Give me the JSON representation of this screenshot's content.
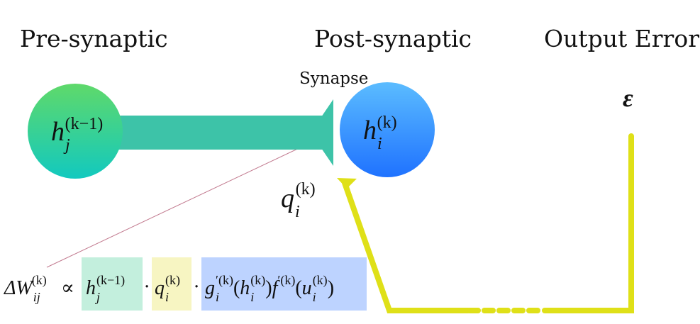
{
  "headings": {
    "pre": "Pre-synaptic",
    "post": "Post-synaptic",
    "output": "Output Error"
  },
  "synapse_label": "Synapse",
  "epsilon": "ε",
  "pre_neuron": {
    "base": "h",
    "sub": "j",
    "sup": "(k−1)"
  },
  "post_neuron": {
    "base": "h",
    "sub": "i",
    "sup": "(k)"
  },
  "feedback_signal": {
    "base": "q",
    "sub": "i",
    "sup": "(k)"
  },
  "equation": {
    "delta": "ΔW",
    "delta_sub": "ij",
    "delta_sup": "(k)",
    "propto": "∝",
    "dot": "·",
    "term1": {
      "base": "h",
      "sub": "j",
      "sup": "(k−1)"
    },
    "term2": {
      "base": "q",
      "sub": "i",
      "sup": "(k)"
    },
    "g": "g",
    "g_sub": "i",
    "g_sup": "′(k)",
    "lp1": "(",
    "h": "h",
    "h_sub": "i",
    "h_sup": "(k)",
    "rp1": ")",
    "f": "f",
    "f_sup": "′(k)",
    "lp2": "(",
    "u": "u",
    "u_sub": "i",
    "u_sup": "(k)",
    "rp2": ")"
  },
  "colors": {
    "pre_neuron_top": "#5fd96a",
    "pre_neuron_bottom": "#12c9bf",
    "post_neuron_top": "#5bbcff",
    "post_neuron_bottom": "#1f72ff",
    "synapse": "#3dc3a8",
    "feedback_path": "#dfe018",
    "box_h": "#c3efdd",
    "box_q": "#f7f5c2",
    "box_g": "#bdd3ff"
  }
}
